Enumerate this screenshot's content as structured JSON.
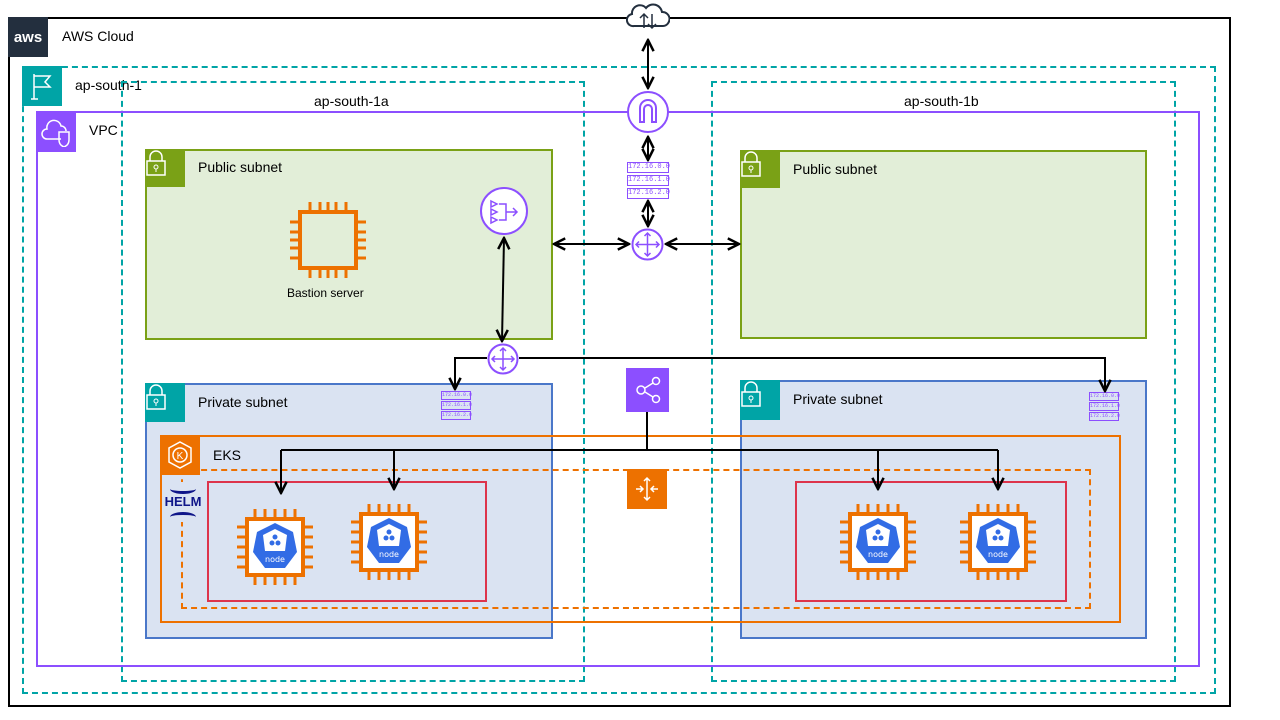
{
  "cloud": {
    "title": "AWS Cloud",
    "logo_text": "aws"
  },
  "region": {
    "title": "ap-south-1"
  },
  "azs": [
    {
      "title": "ap-south-1a"
    },
    {
      "title": "ap-south-1b"
    }
  ],
  "vpc": {
    "title": "VPC"
  },
  "subnets": {
    "public_a": "Public subnet",
    "public_b": "Public subnet",
    "private_a": "Private subnet",
    "private_b": "Private subnet"
  },
  "bastion": {
    "label": "Bastion server"
  },
  "route_table": {
    "entries": [
      "172.16.0.0",
      "172.16.1.0",
      "172.16.2.0"
    ]
  },
  "eks": {
    "title": "EKS",
    "icon_text": "K"
  },
  "helm": {
    "text": "HELM"
  },
  "node": {
    "label": "node"
  },
  "colors": {
    "teal": "#00a4a6",
    "purple": "#8c4fff",
    "green": "#7aa116",
    "public_fill": "#e2eed8",
    "private_fill": "#dae3f2",
    "private_border": "#4a77c9",
    "orange": "#ed7100",
    "red": "#dd344c",
    "aws_dark": "#232f3e"
  }
}
